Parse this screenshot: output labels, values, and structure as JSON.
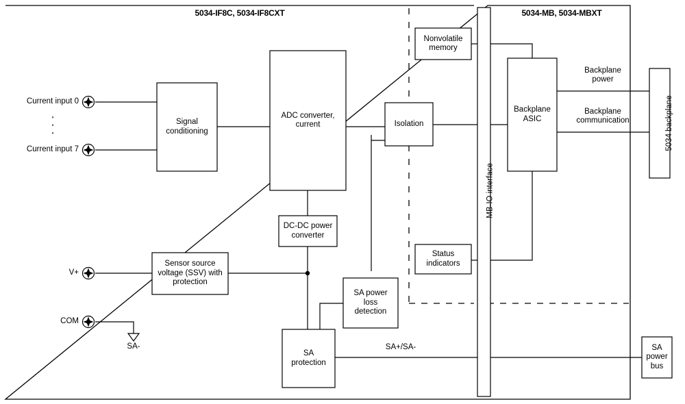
{
  "diagram": {
    "title_left": "5034-IF8C, 5034-IF8CXT",
    "title_right": "5034-MB, 5034-MBXT",
    "blocks": {
      "signal_conditioning": "Signal\nconditioning",
      "adc_converter": "ADC converter,\ncurrent",
      "isolation": "Isolation",
      "nonvolatile_memory": "Nonvolatile\nmemory",
      "status_indicators": "Status\nindicators",
      "dcdc_converter": "DC-DC power\nconverter",
      "ssv_protection": "Sensor source\nvoltage (SSV) with\nprotection",
      "sa_power_loss": "SA power\nloss\ndetection",
      "sa_protection": "SA\nprotection",
      "mb_io_interface": "MB-IO interface",
      "backplane_asic": "Backplane\nASIC",
      "backplane_5034": "5034 backplane",
      "sa_power_bus": "SA\npower\nbus"
    },
    "terminals": [
      {
        "label": "Current input 0",
        "name": "terminal-current-input-0"
      },
      {
        "label": "Current input 7",
        "name": "terminal-current-input-7"
      },
      {
        "label": "V+",
        "name": "terminal-v-plus"
      },
      {
        "label": "COM",
        "name": "terminal-com"
      }
    ],
    "wire_labels": {
      "backplane_power": "Backplane\npower",
      "backplane_communication": "Backplane\ncommunication",
      "sa_pair": "SA+/SA-",
      "sa_minus": "SA-"
    },
    "colors": {
      "line": "#000000",
      "background": "#ffffff",
      "text": "#000000"
    }
  }
}
